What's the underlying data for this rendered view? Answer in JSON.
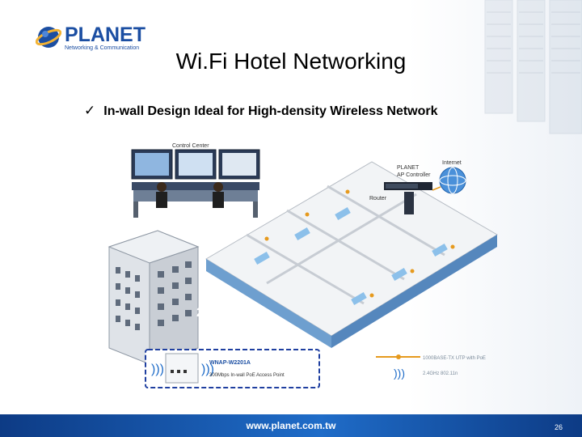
{
  "slide": {
    "title": "Wi.Fi Hotel Networking",
    "bullet_icon": "checkmark-icon",
    "bullet_text": "In-wall Design Ideal for High-density Wireless Network",
    "footer_url": "www.planet.com.tw",
    "page_number": "26"
  },
  "logo": {
    "brand": "PLANET",
    "tagline": "Networking & Communication"
  },
  "diagram": {
    "control_center": "Control Center",
    "ap_controller_line1": "PLANET",
    "ap_controller_line2": "AP Controller",
    "internet": "Internet",
    "router": "Router",
    "floor": "2F",
    "product_model": "WNAP-W2201A",
    "product_desc": "300Mbps In-wall PoE Access Point",
    "legend_cable": "1000BASE-TX UTP with PoE",
    "legend_wireless": "2.4GHz 802.11n"
  },
  "colors": {
    "brand_blue": "#1b4ea2",
    "footer_blue": "#1f6cc8",
    "cable_orange": "#e69a1e",
    "floor_blue": "#6e9fcf"
  }
}
